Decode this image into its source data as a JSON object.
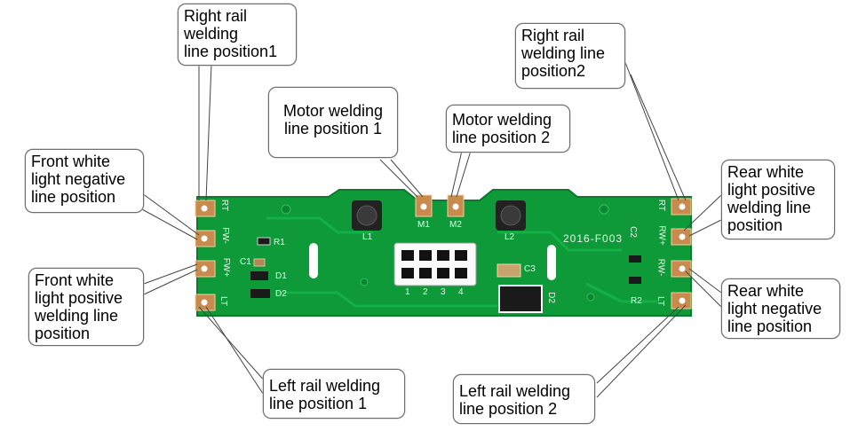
{
  "callouts": {
    "right_rail_1": [
      "Right rail",
      "welding",
      "line position1"
    ],
    "right_rail_2": [
      "Right rail",
      "welding line",
      "position2"
    ],
    "motor_1": [
      "Motor welding",
      "line position 1"
    ],
    "motor_2": [
      "Motor welding",
      "line position 2"
    ],
    "front_white_negative": [
      "Front white",
      "light negative",
      "line position"
    ],
    "front_white_positive": [
      "Front white",
      "light positive",
      "welding line",
      "position"
    ],
    "left_rail_1": [
      "Left rail welding",
      "line position 1"
    ],
    "left_rail_2": [
      "Left rail welding",
      "line position 2"
    ],
    "rear_white_positive": [
      "Rear white",
      "light positive",
      "welding line",
      "position"
    ],
    "rear_white_negative": [
      "Rear white",
      "light negative",
      "line position"
    ]
  },
  "board_silkscreen": {
    "left_pads": [
      "RT",
      "FW-",
      "FW+",
      "LT"
    ],
    "right_pads": [
      "RT",
      "RW+",
      "RW-",
      "LT"
    ],
    "motor_pads": [
      "M1",
      "M2"
    ],
    "inductors": [
      "L1",
      "L2"
    ],
    "components_left": [
      "R1",
      "C1",
      "D1",
      "D2"
    ],
    "components_right": [
      "C2",
      "R2",
      "D2",
      "C3"
    ],
    "connector_pins": [
      "1",
      "2",
      "3",
      "4"
    ],
    "model_code": "2016-F003"
  },
  "colors": {
    "pcb_green": "#0f9a3a",
    "pcb_edge": "#0a7a2c",
    "pad_copper": "#c98b4d",
    "callout_border": "#6e6e6e",
    "leader_line": "#444444"
  }
}
